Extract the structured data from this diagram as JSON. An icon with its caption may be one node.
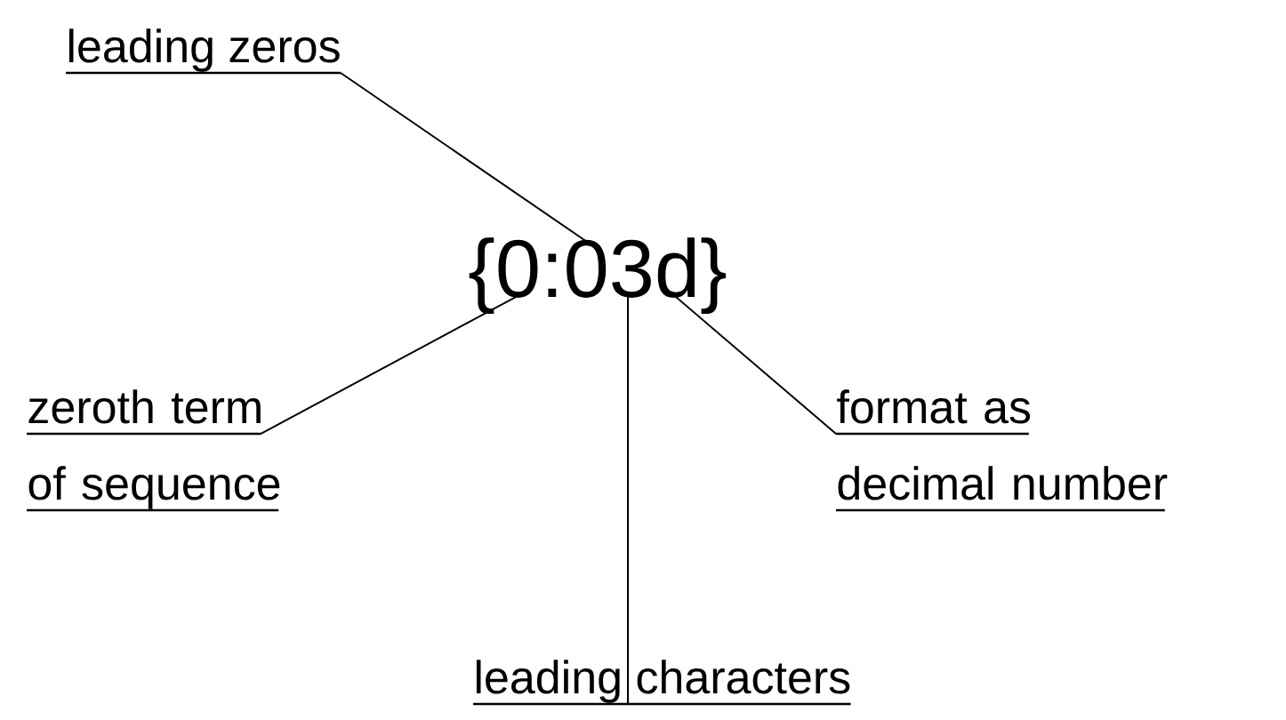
{
  "diagram": {
    "nodes": [
      {
        "text": [
          "leading zeros"
        ]
      },
      {
        "text": [
          "{0:03d}"
        ]
      },
      {
        "text": [
          "zeroth term of sequence"
        ]
      },
      {
        "text": [
          "format as decimal number"
        ]
      },
      {
        "text": [
          "leading characters"
        ]
      }
    ],
    "edges": [
      {
        "from": 0,
        "to": 1,
        "arrow": "none"
      },
      {
        "from": 2,
        "to": 1,
        "arrow": "none"
      },
      {
        "from": 3,
        "to": 1,
        "arrow": "none"
      },
      {
        "from": 4,
        "to": 1,
        "arrow": "none"
      }
    ]
  }
}
